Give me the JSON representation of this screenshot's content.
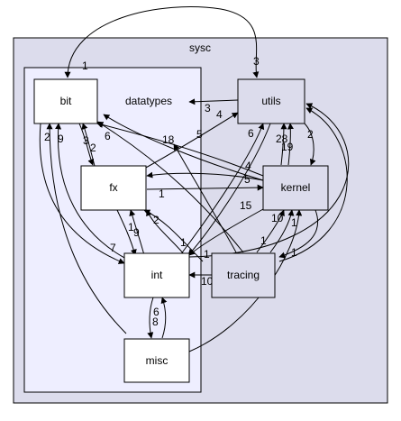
{
  "outer_cluster": {
    "label": "sysc"
  },
  "inner_cluster": {
    "label": "datatypes"
  },
  "nodes": {
    "bit": "bit",
    "utils": "utils",
    "fx": "fx",
    "kernel": "kernel",
    "int": "int",
    "tracing": "tracing",
    "misc": "misc"
  },
  "edge_labels": {
    "top_arc_left": "1",
    "top_arc_right": "3",
    "utils_to_datatypes": "3",
    "bit_to_fx": "2",
    "fx_to_bit": "3",
    "bit_6": "6",
    "bit_2": "2",
    "bit_9": "9",
    "datatypes_18": "18",
    "fx_to_utils": "4",
    "datatypes_5": "5",
    "int_to_utils": "6",
    "kernel_to_utils_28": "28",
    "kernel_to_utils_19": "19",
    "utils_to_kernel": "2",
    "kernel_to_fx_4": "4",
    "kernel_to_fx_5": "5",
    "fx_to_kernel": "1",
    "fx_to_int_1": "1",
    "fx_to_int_9": "9",
    "int_to_fx": "2",
    "kernel_to_int": "15",
    "bit_to_int": "7",
    "int_1": "1",
    "int_1b": "1",
    "tracing_to_kernel_10": "10",
    "tracing_to_kernel_1": "1",
    "tracing_1": "1",
    "utils_to_tracing": "1",
    "tracing_to_int": "10",
    "int_to_misc": "6",
    "misc_to_int": "8"
  }
}
